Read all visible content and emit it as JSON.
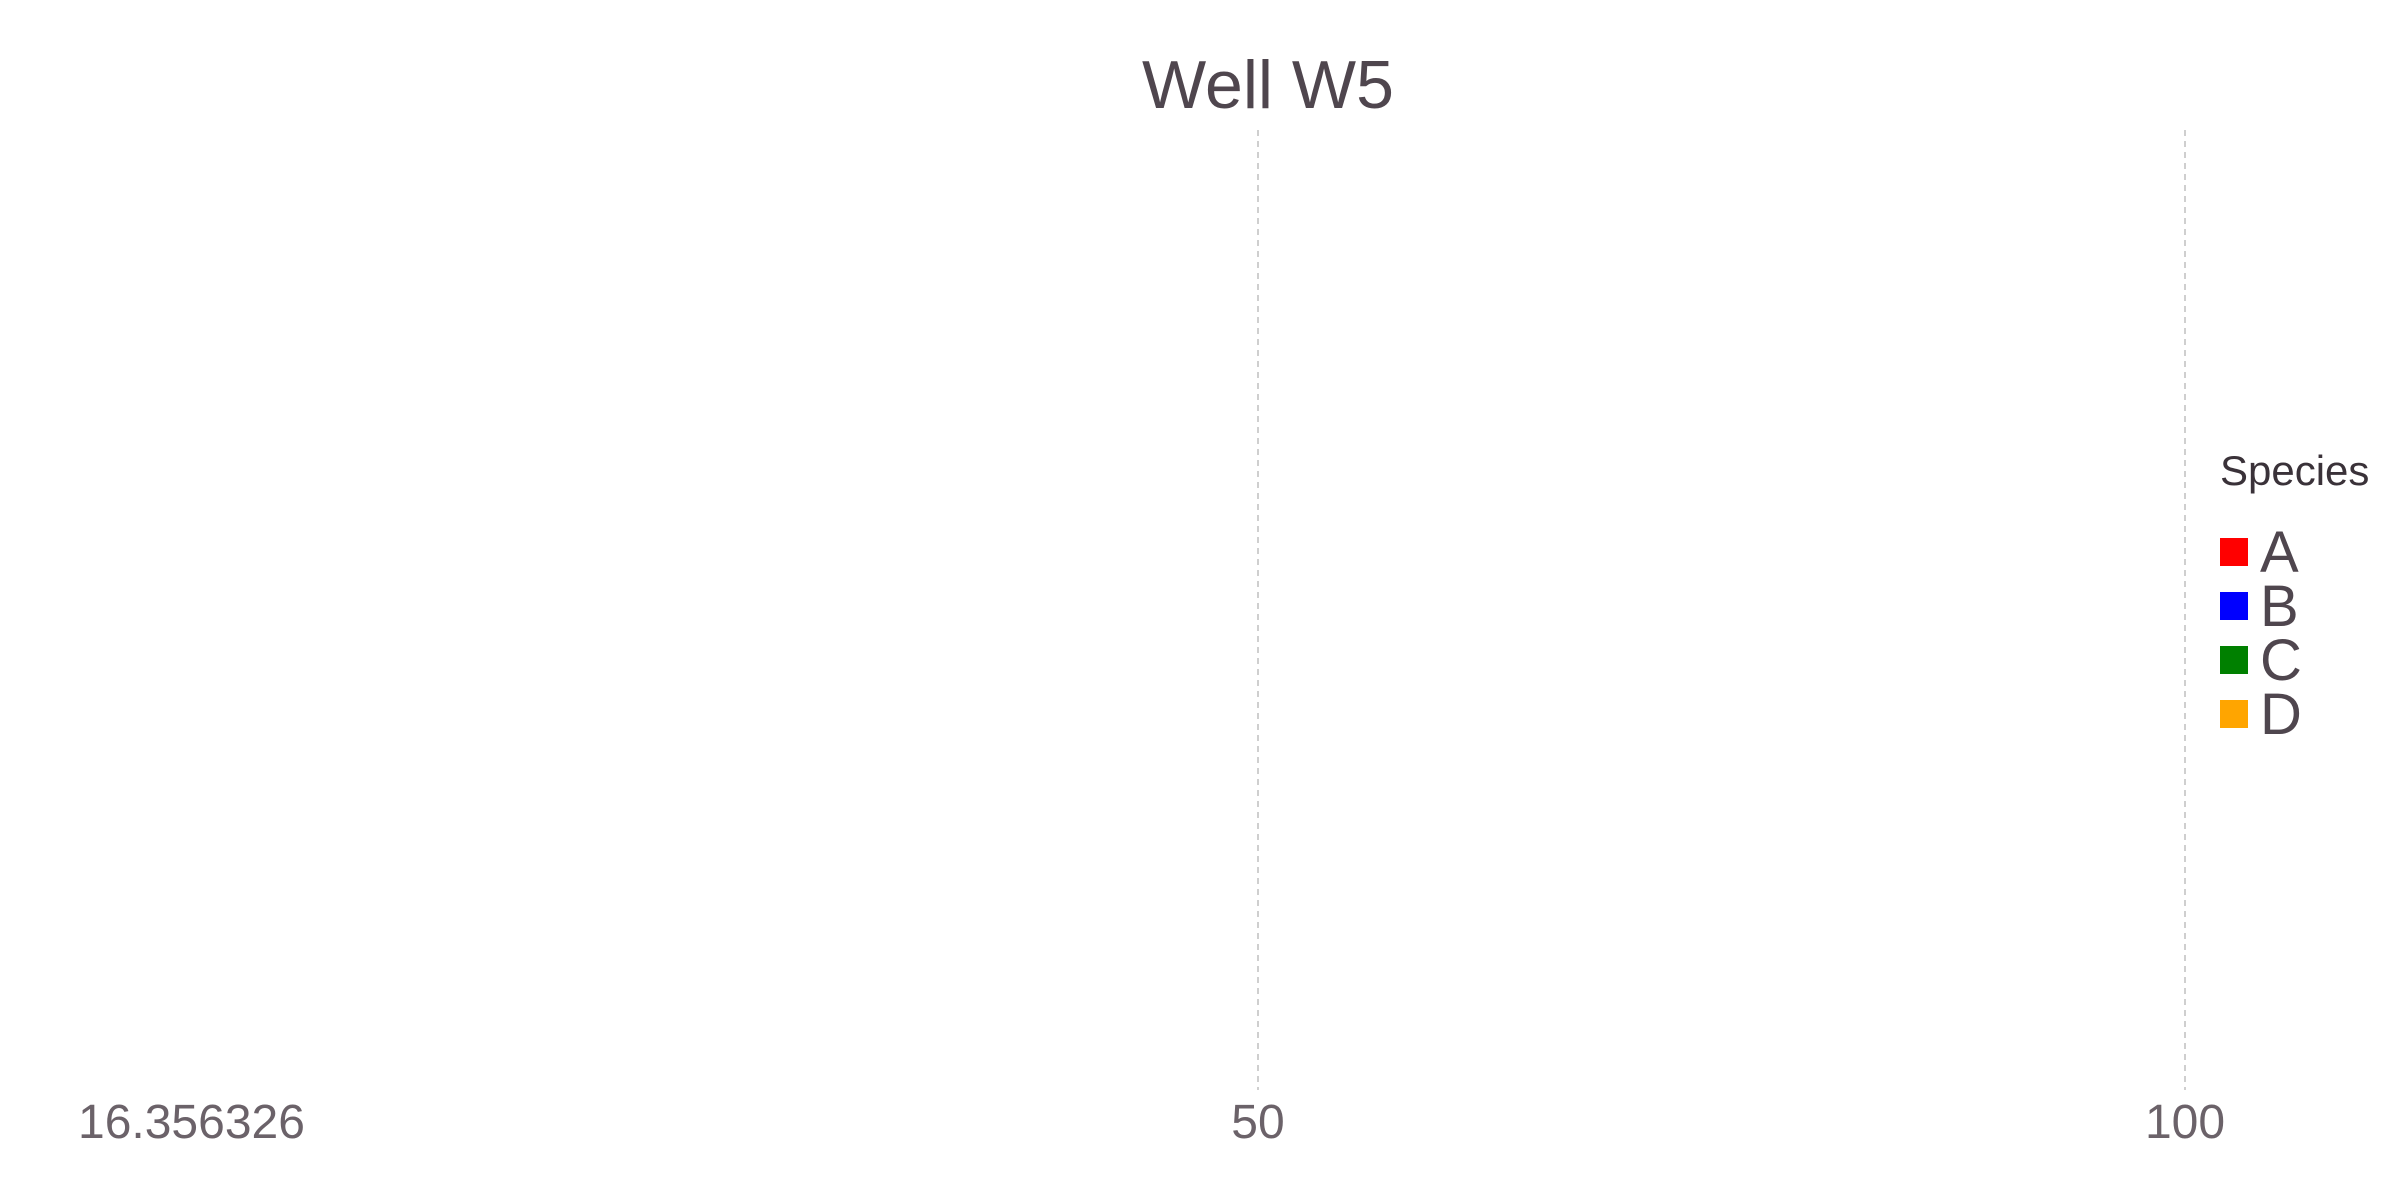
{
  "chart_data": {
    "type": "bar",
    "title": "Well W5",
    "xlabel": "",
    "ylabel": "",
    "xlim": [
      16.356326,
      100
    ],
    "x_ticks": [
      {
        "value": 16.356326,
        "label": "16.356326"
      },
      {
        "value": 50,
        "label": "50"
      },
      {
        "value": 100,
        "label": "100"
      }
    ],
    "grid": {
      "x": true,
      "y": false,
      "style": "dashed"
    },
    "legend": {
      "title": "Species",
      "position": "right",
      "entries": [
        {
          "label": "A",
          "color": "#ff0000"
        },
        {
          "label": "B",
          "color": "#0000ff"
        },
        {
          "label": "C",
          "color": "#008000"
        },
        {
          "label": "D",
          "color": "#ffa500"
        }
      ]
    },
    "series": [
      {
        "name": "A",
        "color": "#ff0000",
        "values": []
      },
      {
        "name": "B",
        "color": "#0000ff",
        "values": []
      },
      {
        "name": "C",
        "color": "#008000",
        "values": []
      },
      {
        "name": "D",
        "color": "#ffa500",
        "values": []
      }
    ]
  }
}
